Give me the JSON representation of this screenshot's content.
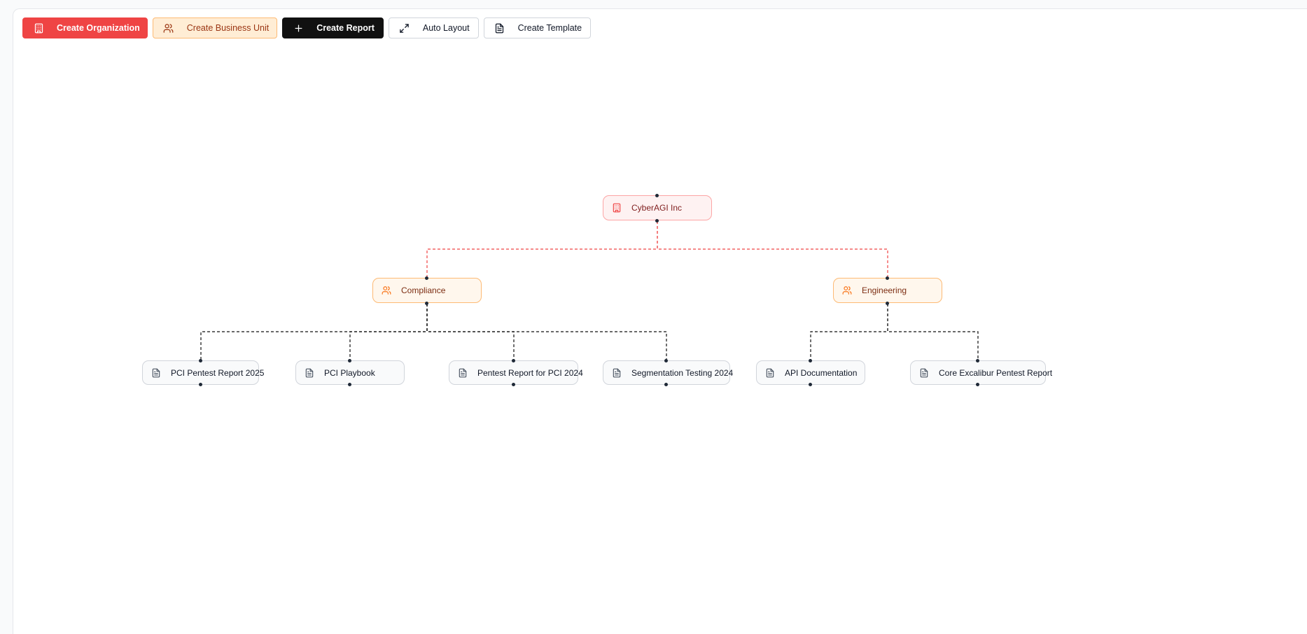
{
  "toolbar": {
    "create_organization": "Create Organization",
    "create_business_unit": "Create Business Unit",
    "create_report": "Create Report",
    "auto_layout": "Auto Layout",
    "create_template": "Create Template"
  },
  "colors": {
    "org_accent": "#ef4444",
    "bu_accent": "#f97316",
    "report_edge": "#111111",
    "org_edge": "#ef4444"
  },
  "tree": {
    "organization": {
      "label": "CyberAGI Inc",
      "icon": "building-icon"
    },
    "business_units": [
      {
        "label": "Compliance",
        "icon": "users-icon"
      },
      {
        "label": "Engineering",
        "icon": "users-icon"
      }
    ],
    "reports": [
      {
        "label": "PCI Pentest Report 2025",
        "icon": "document-icon",
        "parent": "Compliance"
      },
      {
        "label": "PCI Playbook",
        "icon": "document-icon",
        "parent": "Compliance"
      },
      {
        "label": "Pentest Report for PCI 2024",
        "icon": "document-icon",
        "parent": "Compliance"
      },
      {
        "label": "Segmentation Testing 2024",
        "icon": "document-icon",
        "parent": "Compliance"
      },
      {
        "label": "API Documentation",
        "icon": "document-icon",
        "parent": "Engineering"
      },
      {
        "label": "Core Excalibur Pentest Report",
        "icon": "document-icon",
        "parent": "Engineering"
      }
    ]
  }
}
